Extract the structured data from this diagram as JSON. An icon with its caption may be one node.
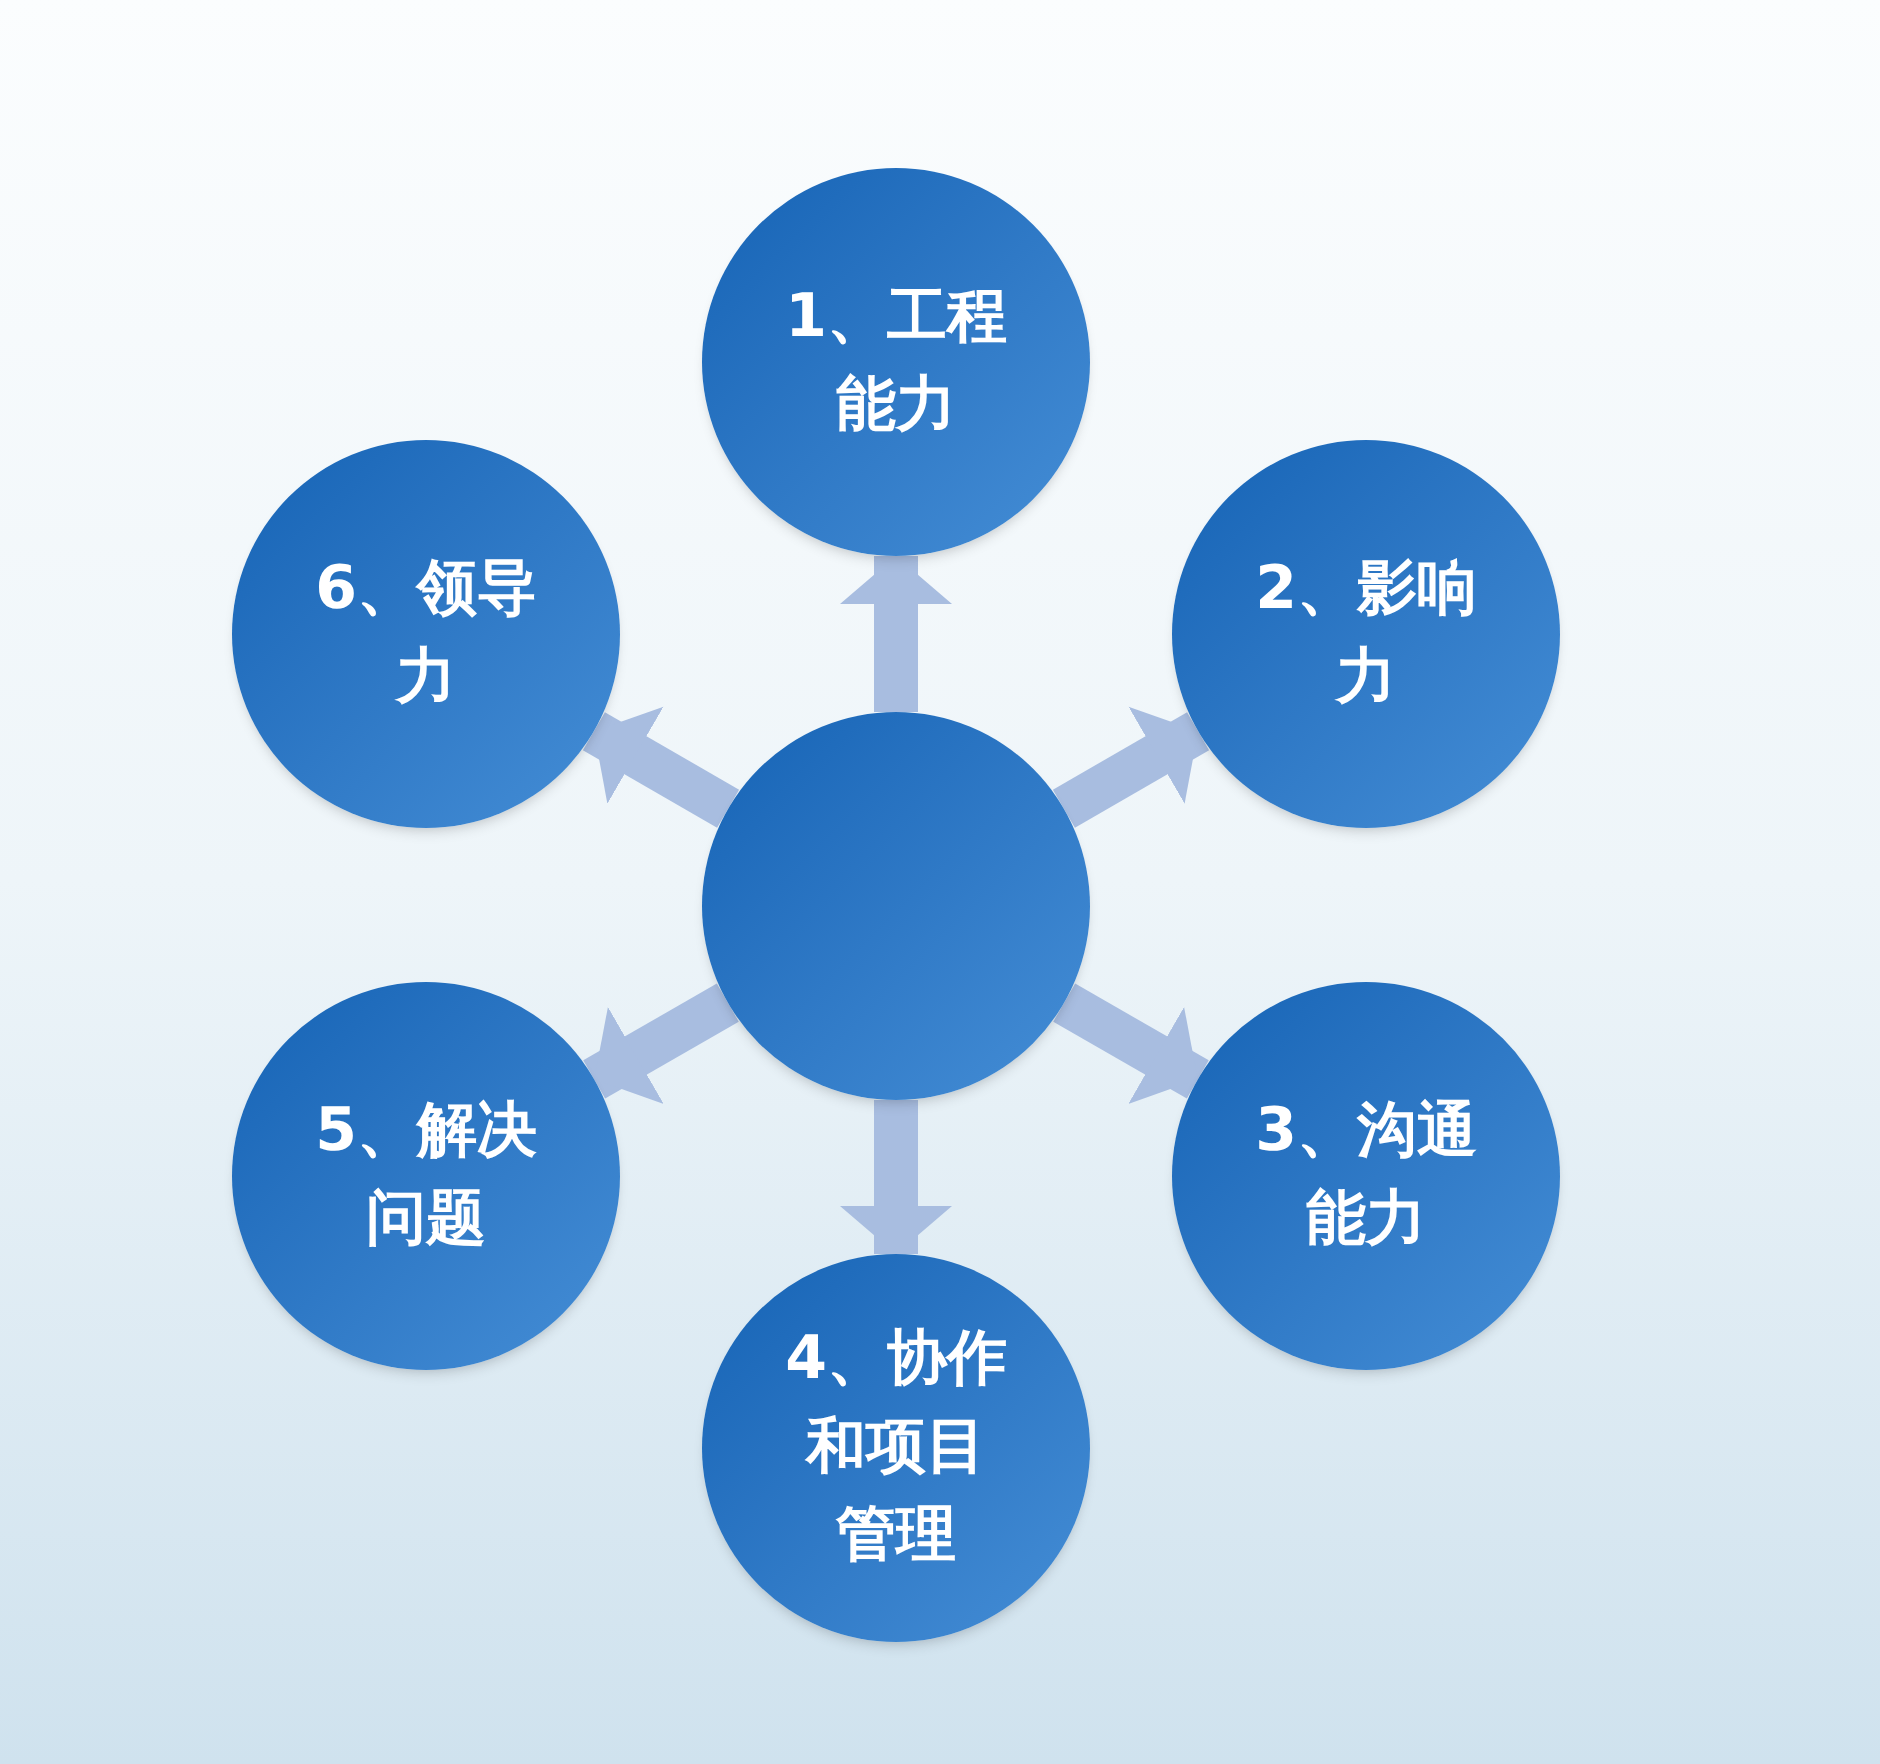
{
  "diagram": {
    "nodes": [
      {
        "text": [],
        "shape": "circle"
      },
      {
        "text": [
          "1、工程能力"
        ]
      },
      {
        "text": [
          "2、影响力"
        ]
      },
      {
        "text": [
          "3、沟通能力"
        ]
      },
      {
        "text": [
          "4、协作和项目管理"
        ]
      },
      {
        "text": [
          "5、解决问题"
        ]
      },
      {
        "text": [
          "6、领导力"
        ]
      }
    ],
    "edges": [
      {
        "from": 0,
        "to": 1,
        "arrow": "to"
      },
      {
        "from": 0,
        "to": 2,
        "arrow": "to"
      },
      {
        "from": 0,
        "to": 3,
        "arrow": "to"
      },
      {
        "from": 0,
        "to": 4,
        "arrow": "to"
      },
      {
        "from": 0,
        "to": 5,
        "arrow": "to"
      },
      {
        "from": 0,
        "to": 6,
        "arrow": "to"
      }
    ]
  }
}
